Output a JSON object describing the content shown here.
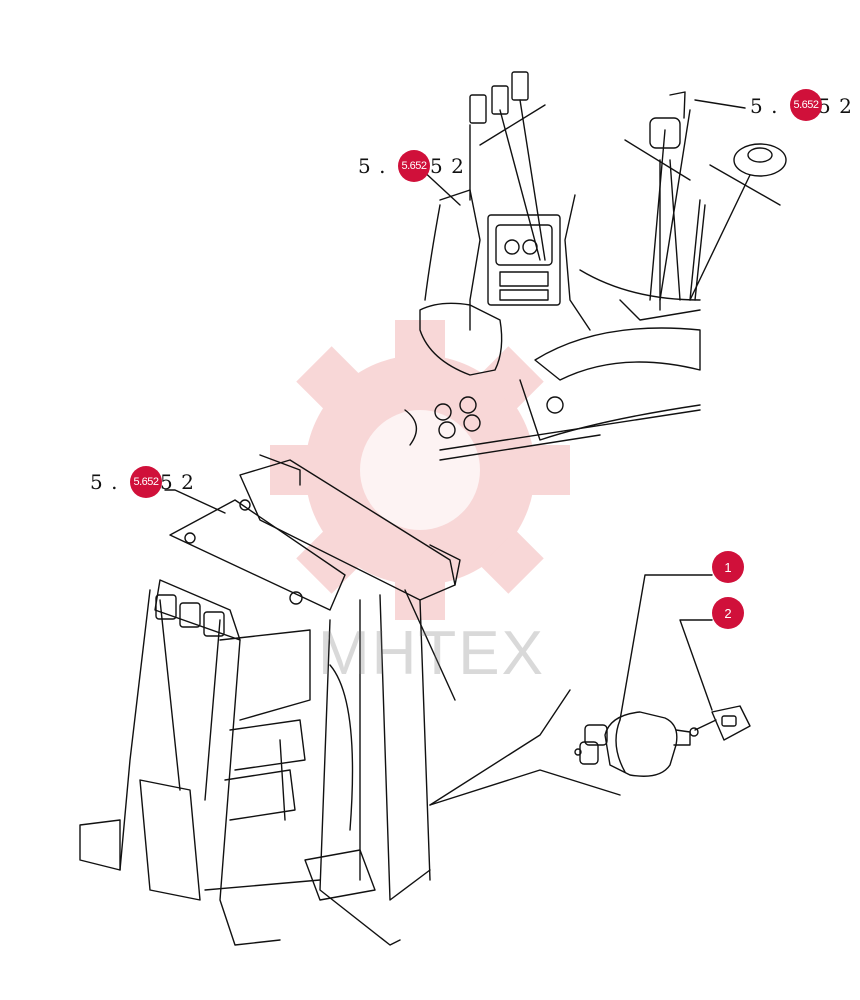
{
  "colors": {
    "badge": "#d0103a",
    "line": "#111111",
    "watermark_gear": "#f3b7b7"
  },
  "refs": [
    {
      "prefix": "5 .",
      "badge": "5.652",
      "suffix": "5 2"
    },
    {
      "prefix": "5 .",
      "badge": "5.652",
      "suffix": "5 2"
    },
    {
      "prefix": "5 .",
      "badge": "5.652",
      "suffix": "5 2"
    }
  ],
  "callouts": [
    {
      "number": "1"
    },
    {
      "number": "2"
    }
  ],
  "watermark": {
    "text": "MHTEX"
  }
}
